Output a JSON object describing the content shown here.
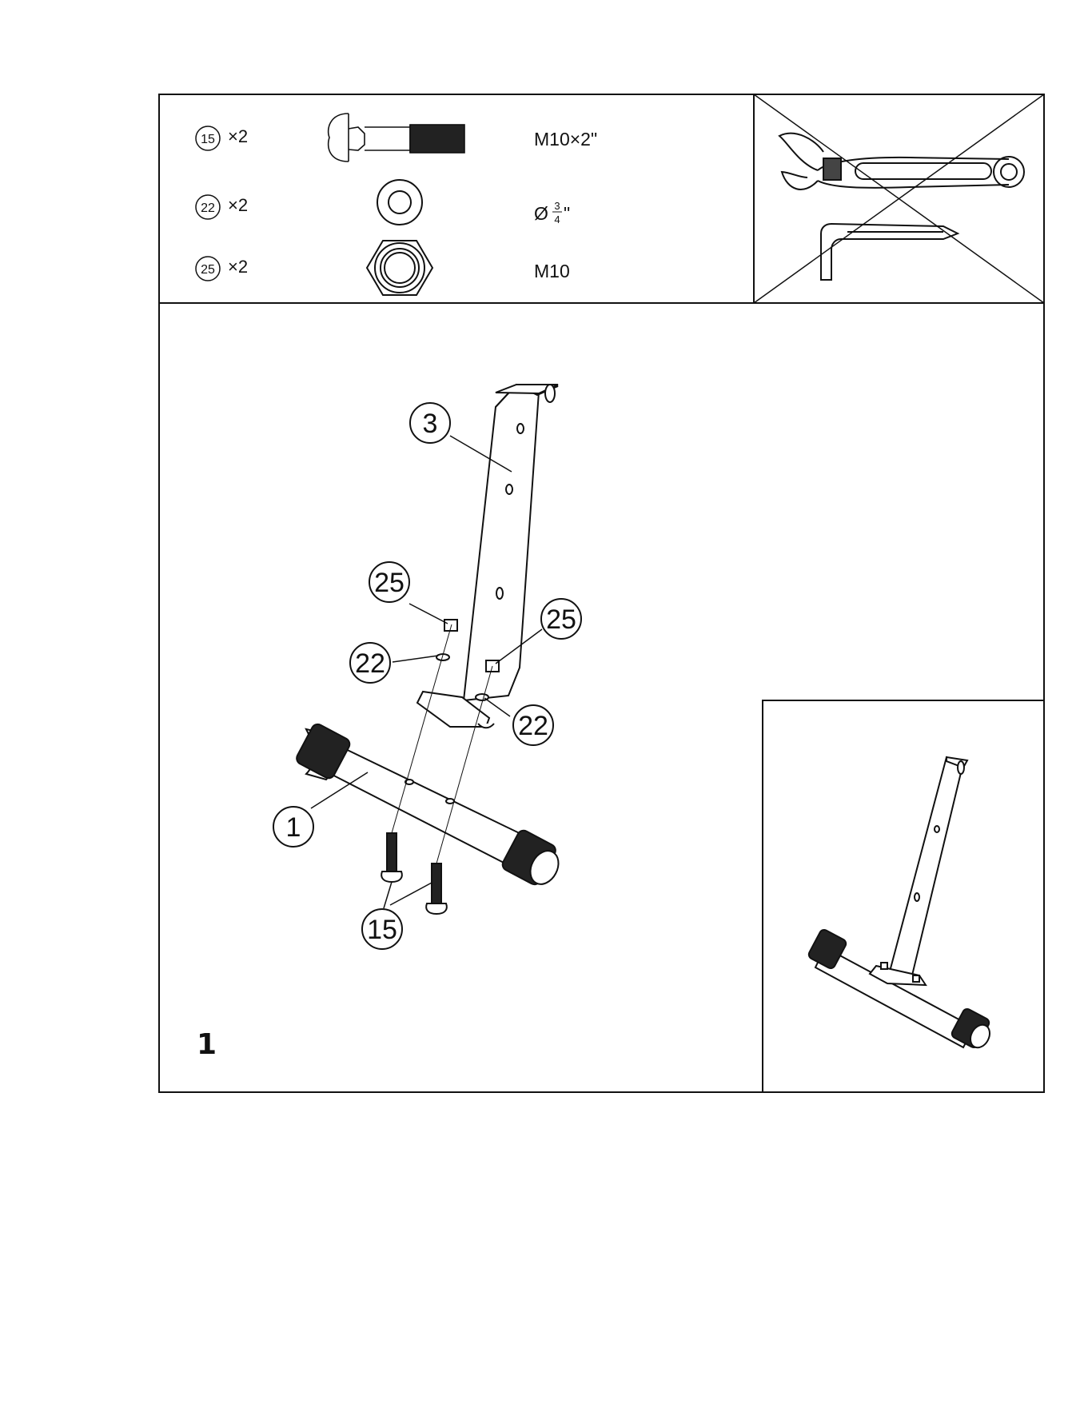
{
  "hardware": [
    {
      "part": "15",
      "qty": "×2",
      "spec": "M10×2\"",
      "icon": "carriage-bolt-icon"
    },
    {
      "part": "22",
      "qty": "×2",
      "spec_symbol": "Ø",
      "spec_num": "3",
      "spec_den": "4",
      "spec_unit": "\"",
      "icon": "washer-icon"
    },
    {
      "part": "25",
      "qty": "×2",
      "spec": "M10",
      "icon": "hex-nut-icon"
    }
  ],
  "tools": {
    "icons": [
      "adjustable-wrench-icon",
      "allen-key-icon"
    ],
    "crossed_out": true
  },
  "callouts": {
    "upright": "3",
    "nut_left": "25",
    "nut_right": "25",
    "washer_left": "22",
    "washer_right": "22",
    "base_tube": "1",
    "bolts": "15"
  },
  "step": {
    "number": "1"
  }
}
